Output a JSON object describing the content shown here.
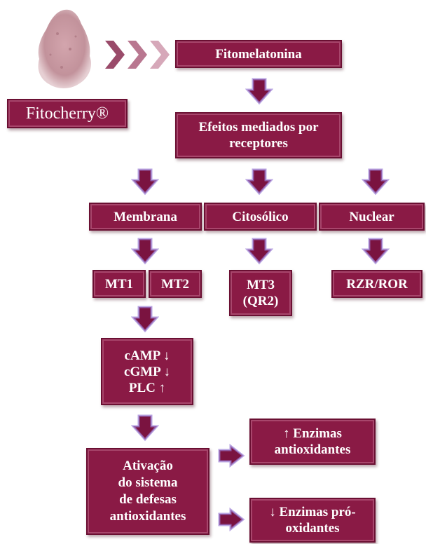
{
  "product_label": "Fitocherry®",
  "nodes": {
    "fitomelatonina": [
      "Fitomelatonina"
    ],
    "efeitos": [
      "Efeitos mediados por",
      "receptores"
    ],
    "membrana": [
      "Membrana"
    ],
    "citosolico": [
      "Citosólico"
    ],
    "nuclear": [
      "Nuclear"
    ],
    "mt1": [
      "MT1"
    ],
    "mt2": [
      "MT2"
    ],
    "mt3": [
      "MT3",
      "(QR2)"
    ],
    "rzr": [
      "RZR/ROR"
    ],
    "second_messengers": [
      "cAMP ↓",
      "cGMP ↓",
      "PLC ↑"
    ],
    "ativacao": [
      "Ativação",
      "do sistema",
      "de defesas",
      "antioxidantes"
    ],
    "enz_anti": [
      "↑ Enzimas",
      "antioxidantes"
    ],
    "enz_pro": [
      "↓ Enzimas pró-",
      "oxidantes"
    ]
  },
  "colors": {
    "box_fill": "#8a1a45",
    "box_border": "#6a0f32",
    "arrow_fill": "#7a1340",
    "arrow_glow": "#9b7fd6",
    "chevron": "#a75a78",
    "powder": "#c99aa2"
  }
}
